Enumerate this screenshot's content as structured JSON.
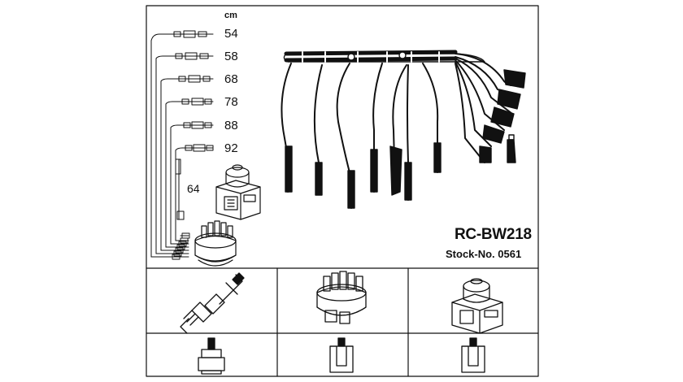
{
  "unit_label": "cm",
  "cable_lengths": [
    "54",
    "58",
    "68",
    "78",
    "88",
    "92"
  ],
  "coil_lead_length": "64",
  "model": "RC-BW218",
  "stock_number": "Stock-No. 0561",
  "colors": {
    "line": "#111111",
    "background": "#ffffff"
  },
  "icons": {
    "spark_plug": "spark-plug-icon",
    "distributor_cap": "distributor-cap-icon",
    "ignition_coil": "ignition-coil-icon",
    "connector_plug": "plug-connector-icon",
    "connector_socket": "socket-connector-icon"
  }
}
